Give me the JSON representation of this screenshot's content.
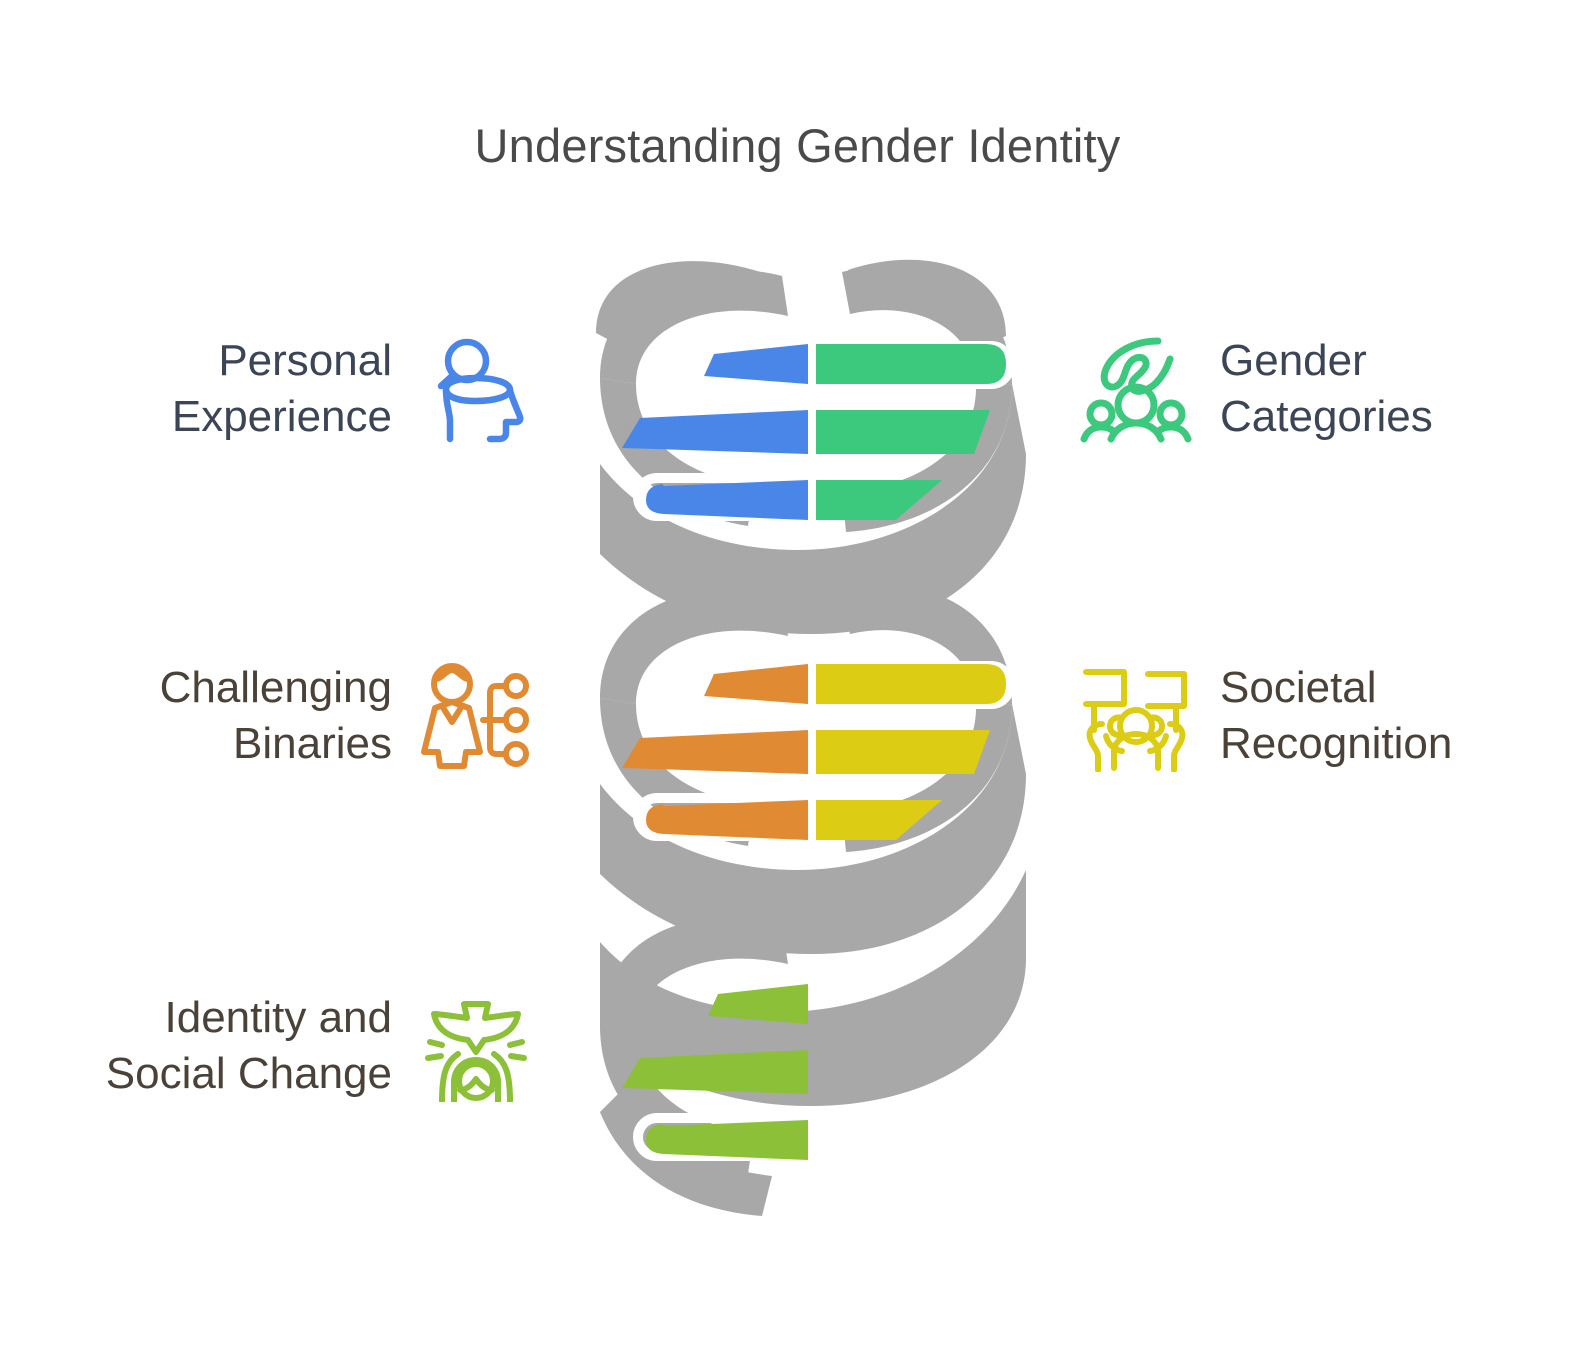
{
  "title": "Understanding Gender Identity",
  "colors": {
    "title_text": "#4a4a4a",
    "text_slate": "#3c4555",
    "text_brown": "#4a4238",
    "blue": "#4a86e8",
    "green_emerald": "#3cc97e",
    "orange": "#e08b33",
    "yellow": "#ddcc14",
    "green_lime": "#8cc039",
    "ribbon_gray": "#a8a8a8",
    "background": "#ffffff"
  },
  "left_labels": [
    {
      "text": "Personal\nExperience",
      "icon": "head-magnifier-icon",
      "color": "#4a86e8",
      "tone": "tone-slate"
    },
    {
      "text": "Challenging\nBinaries",
      "icon": "person-branching-options-icon",
      "color": "#e08b33",
      "tone": "tone-brown"
    },
    {
      "text": "Identity and\nSocial Change",
      "icon": "person-dove-icon",
      "color": "#8cc039",
      "tone": "tone-brown"
    }
  ],
  "right_labels": [
    {
      "text": "Gender\nCategories",
      "icon": "group-people-ribbon-icon",
      "color": "#3cc97e",
      "tone": "tone-slate"
    },
    {
      "text": "Societal\nRecognition",
      "icon": "protest-signs-icon",
      "color": "#ddcc14",
      "tone": "tone-brown"
    }
  ],
  "helix": {
    "description": "DNA double helix with gray twisting ribbons and three groups of colored base-pair rungs",
    "ribbon_color": "#a8a8a8",
    "rung_groups": [
      {
        "name": "top",
        "left_color": "#4a86e8",
        "right_color": "#3cc97e",
        "rung_count": 3
      },
      {
        "name": "middle",
        "left_color": "#e08b33",
        "right_color": "#ddcc14",
        "rung_count": 3
      },
      {
        "name": "bottom",
        "left_color": "#8cc039",
        "right_color": null,
        "rung_count": 3
      }
    ]
  }
}
